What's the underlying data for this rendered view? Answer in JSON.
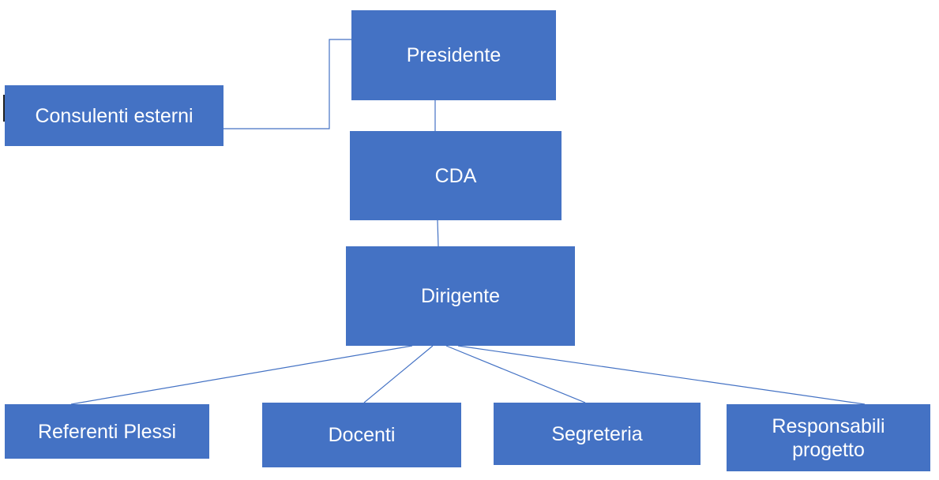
{
  "nodes": {
    "presidente": "Presidente",
    "cda": "CDA",
    "dirigente": "Dirigente",
    "consulenti": "Consulenti esterni",
    "referenti": "Referenti Plessi",
    "docenti": "Docenti",
    "segreteria": "Segreteria",
    "responsabili": "Responsabili\nprogetto"
  },
  "colors": {
    "box_fill": "#4472c4",
    "connector": "#4472c4",
    "text": "#ffffff"
  }
}
